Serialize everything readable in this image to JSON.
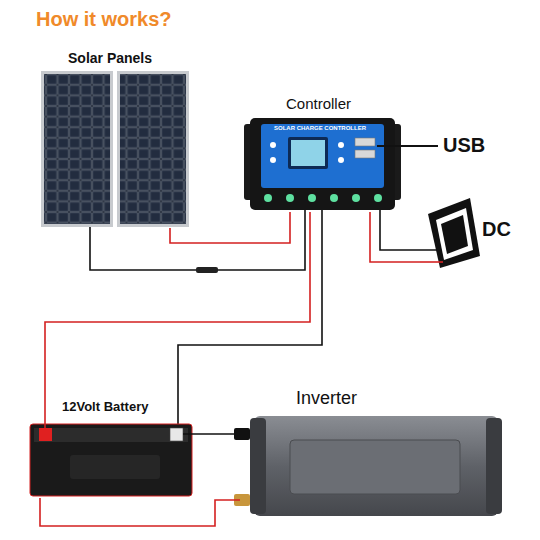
{
  "diagram": {
    "title": "How it works?",
    "nodes": [
      {
        "text": [
          "Solar Panels"
        ]
      },
      {
        "text": [
          "Controller",
          "SOLAR CHARGE CONTROLLER"
        ]
      },
      {
        "text": [
          "DC"
        ]
      },
      {
        "text": [
          "12Volt Battery"
        ]
      },
      {
        "text": [
          "Inverter"
        ]
      }
    ],
    "edges": [
      {
        "from": 0,
        "to": 1,
        "arrow": "none"
      },
      {
        "from": 1,
        "to": 2,
        "arrow": "none"
      },
      {
        "from": 1,
        "to": 3,
        "arrow": "none"
      },
      {
        "from": 3,
        "to": 4,
        "arrow": "none"
      }
    ],
    "labels": [
      "USB"
    ]
  }
}
